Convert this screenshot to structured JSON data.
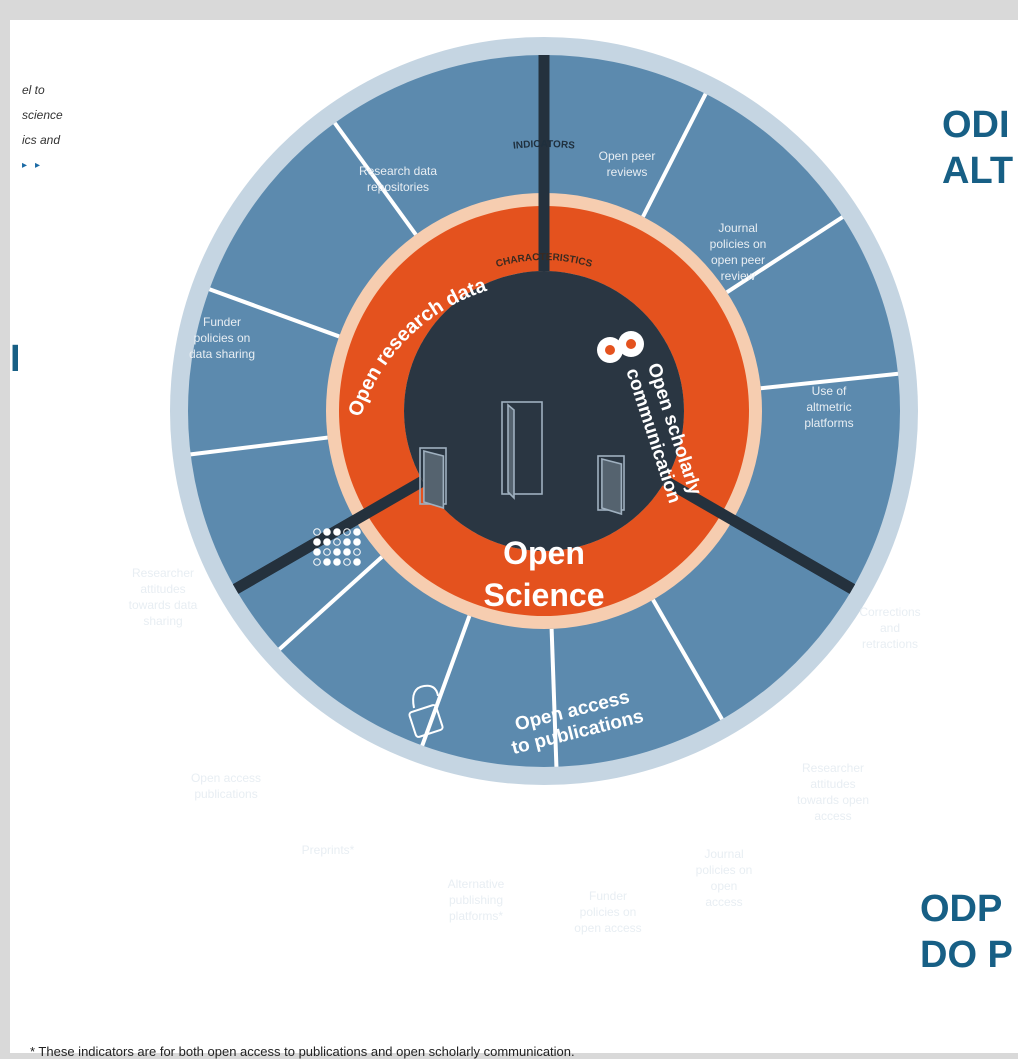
{
  "side_note": [
    "el to",
    "science",
    "ics and"
  ],
  "side_note_arrows": "▸▸",
  "heading_top": [
    "ODI",
    "ALT"
  ],
  "heading_left": "I",
  "heading_bottom": [
    "ODP",
    "DO P"
  ],
  "ring_labels": {
    "indicators": "INDICATORS",
    "characteristics": "CHARACTERISTICS"
  },
  "center": {
    "title_line1": "Open",
    "title_line2": "Science"
  },
  "characteristics": [
    {
      "label": "Open research data",
      "icon": "dots-grid-icon"
    },
    {
      "label_line1": "Open scholarly",
      "label_line2": "communication",
      "icon": "speech-bubbles-icon"
    },
    {
      "label_line1": "Open access",
      "label_line2": "to publications",
      "icon": "open-padlock-icon"
    }
  ],
  "indicators": [
    [
      "Open peer",
      "reviews"
    ],
    [
      "Journal",
      "policies on",
      "open peer",
      "review"
    ],
    [
      "Use of",
      "altmetric",
      "platforms"
    ],
    [
      "Corrections",
      "and",
      "retractions"
    ],
    [
      "Researcher",
      "attitudes",
      "towards open",
      "access"
    ],
    [
      "Journal",
      "policies on",
      "open",
      "access"
    ],
    [
      "Funder",
      "policies on",
      "open access"
    ],
    [
      "Alternative",
      "publishing",
      "platforms*"
    ],
    [
      "Preprints*"
    ],
    [
      "Open access",
      "publications"
    ],
    [
      "Researcher",
      "attitudes",
      "towards data",
      "sharing"
    ],
    [
      "Funder",
      "policies on",
      "data sharing"
    ],
    [
      "Research data",
      "repositories"
    ]
  ],
  "footnote": "* These indicators are for both open access to publications and open scholarly communication.",
  "colors": {
    "page_bg": "#d9d9d9",
    "outer_ring": "#c5d5e2",
    "indicator_segment": "#5c8aae",
    "orange": "#e4521e",
    "peach_ring": "#f6cdb0",
    "center": "#2a3642",
    "divider_dark": "#24313d",
    "heading_blue": "#175f85"
  }
}
